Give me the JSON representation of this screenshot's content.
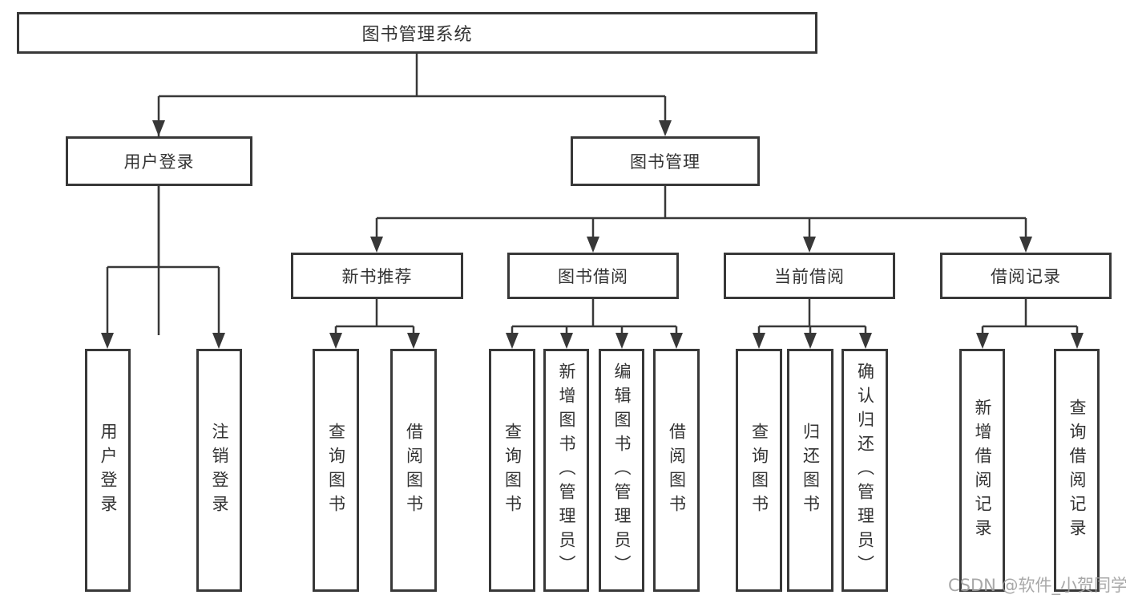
{
  "diagram": {
    "root": {
      "label": "图书管理系统"
    },
    "level2": [
      {
        "label": "用户登录"
      },
      {
        "label": "图书管理"
      }
    ],
    "level3": [
      {
        "label": "新书推荐"
      },
      {
        "label": "图书借阅"
      },
      {
        "label": "当前借阅"
      },
      {
        "label": "借阅记录"
      }
    ],
    "leaves": {
      "user_login": [
        {
          "label": "用户登录"
        },
        {
          "label": "注销登录"
        }
      ],
      "new_book_recommend": [
        {
          "label": "查询图书"
        },
        {
          "label": "借阅图书"
        }
      ],
      "book_borrow": [
        {
          "label": "查询图书"
        },
        {
          "label": "新增图书（管理员）"
        },
        {
          "label": "编辑图书（管理员）"
        },
        {
          "label": "借阅图书"
        }
      ],
      "current_borrow": [
        {
          "label": "查询图书"
        },
        {
          "label": "归还图书"
        },
        {
          "label": "确认归还（管理员）"
        }
      ],
      "borrow_records": [
        {
          "label": "新增借阅记录"
        },
        {
          "label": "查询借阅记录"
        }
      ]
    }
  },
  "watermark": {
    "text": "CSDN @软件_小贺同学"
  },
  "colors": {
    "line": "#383838",
    "box_border": "#383838",
    "text": "#333333",
    "background": "#ffffff",
    "watermark": "#9e9e9e"
  }
}
